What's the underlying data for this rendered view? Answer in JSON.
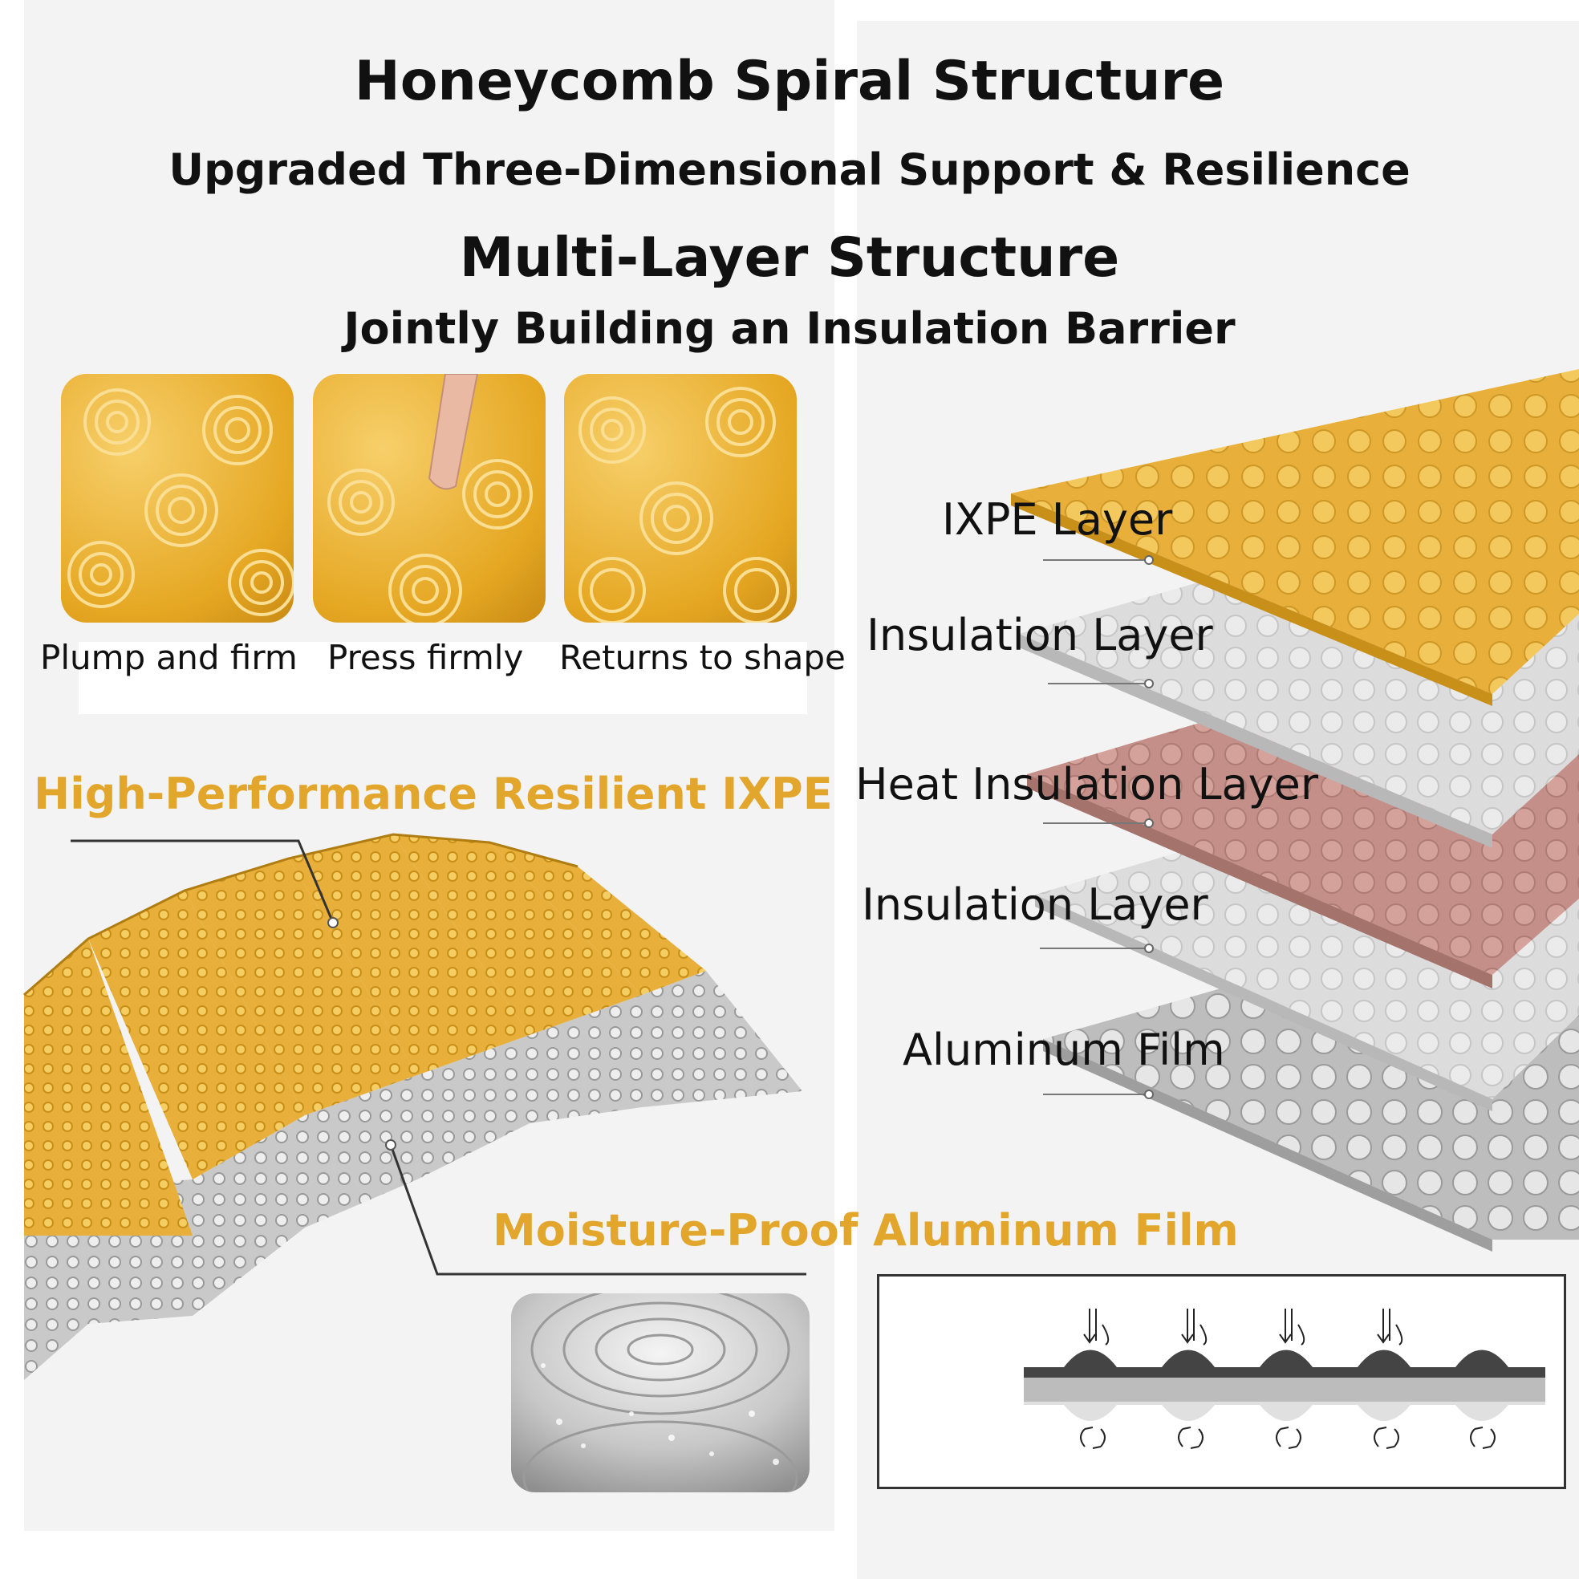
{
  "headings": {
    "title_1": "Honeycomb Spiral Structure",
    "title_2": "Upgraded Three-Dimensional Support & Resilience",
    "title_3": "Multi-Layer Structure",
    "title_4": "Jointly Building an Insulation Barrier"
  },
  "demo_captions": [
    "Plump and firm",
    "Press firmly",
    "Returns to shape"
  ],
  "callouts": {
    "ixpe": "High-Performance Resilient IXPE",
    "aluminum": "Moisture-Proof Aluminum Film"
  },
  "layers": [
    "IXPE Layer",
    "Insulation Layer",
    "Heat Insulation Layer",
    "Insulation Layer",
    "Aluminum Film"
  ],
  "colors": {
    "ixpe_gold": "#e8b03a",
    "callout_gold": "#e2a62c",
    "insulation_gray": "#d4d4d4",
    "heat_pink": "#c48f88",
    "aluminum_silver": "#bdbdbd",
    "text": "#111111"
  },
  "icons": {
    "heat_down": "downward-heat-arrows-icon",
    "circulate": "circulation-arrows-icon"
  }
}
